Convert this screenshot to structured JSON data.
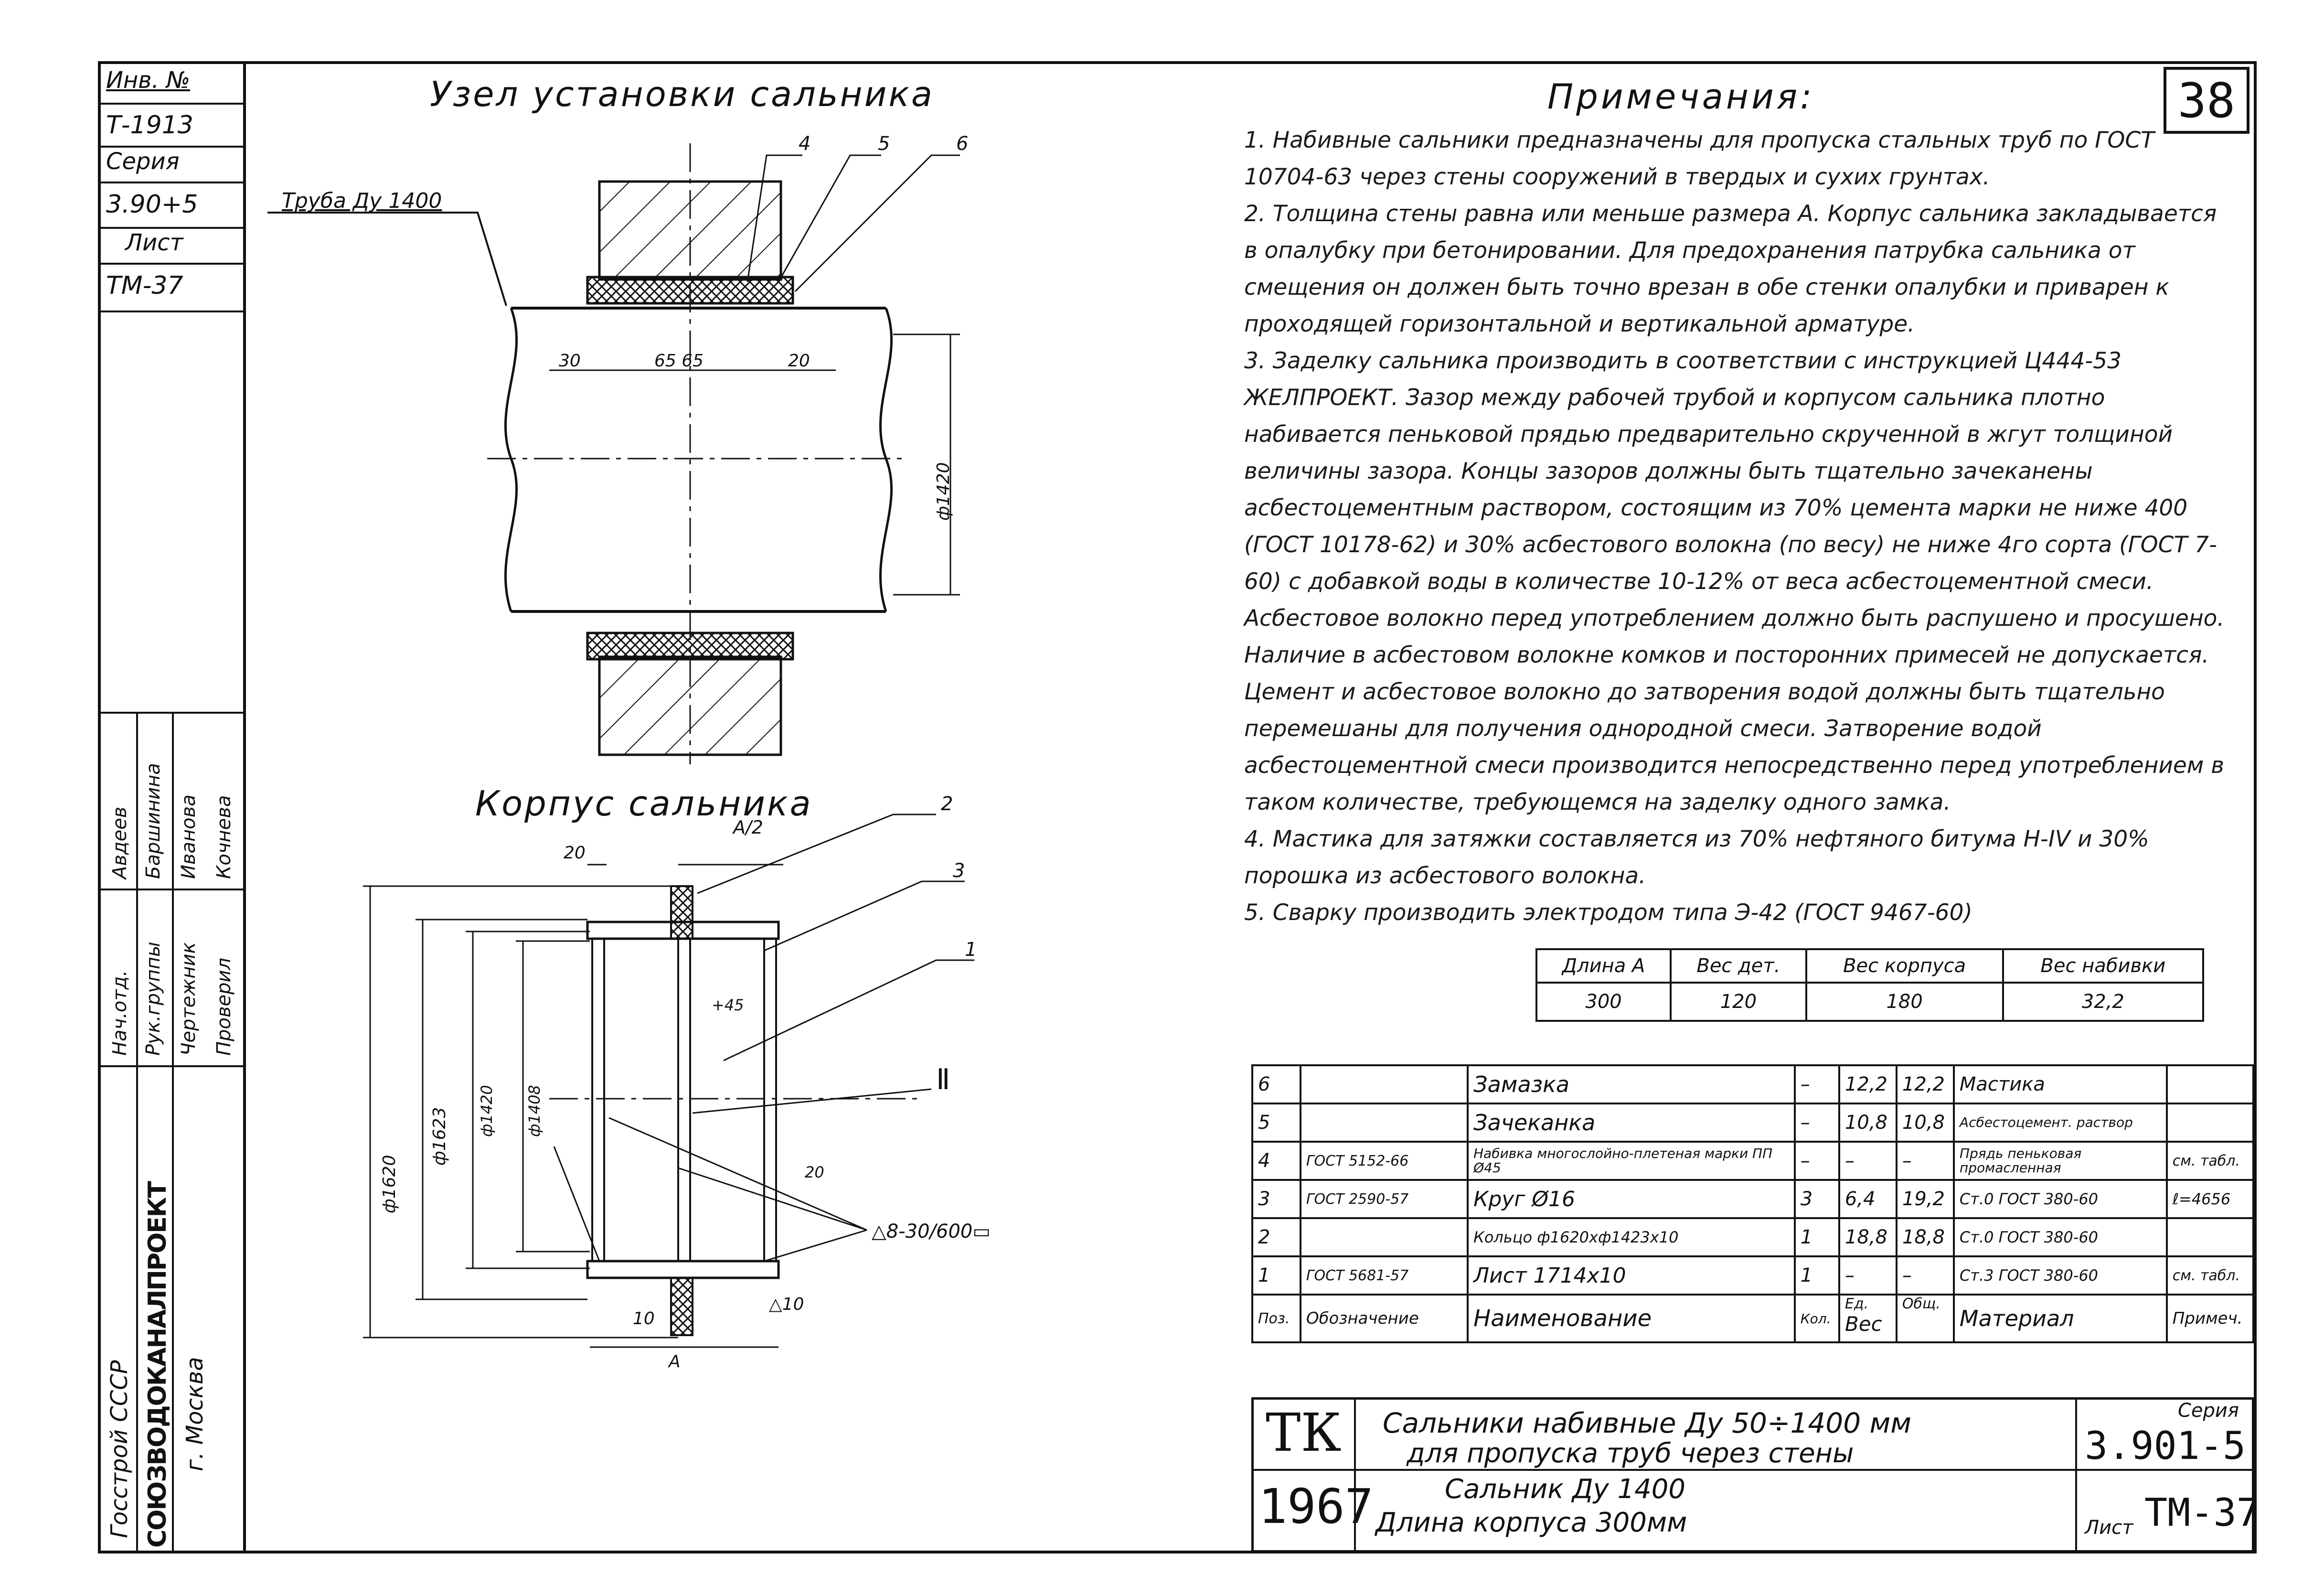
{
  "sheet_number_corner": "38",
  "side_stamp": {
    "inv_label": "Инв. №",
    "inv_value": "Т-1913",
    "series_label": "Серия",
    "series_value": "3.90+5",
    "sheet_label": "Лист",
    "sheet_value": "ТМ-37",
    "org_short": "Госстрой СССР",
    "org_name": "СОЮЗВОДОКАНАЛПРОЕКТ",
    "city": "г. Москва",
    "roles": [
      "Нач.отд.",
      "Рук.группы",
      "Чертежник",
      "Проверил"
    ],
    "names": [
      "Авдеев",
      "Баршинина",
      "Иванова",
      "Кочнева"
    ]
  },
  "drawing1": {
    "title": "Узел установки сальника",
    "pipe_label": "Труба Ду 1400",
    "callouts": [
      "4",
      "5",
      "6"
    ],
    "dims": [
      "30",
      "65 65",
      "20"
    ],
    "diameter": "ф1420"
  },
  "drawing2": {
    "title": "Корпус сальника",
    "callouts": [
      "2",
      "3",
      "1"
    ],
    "section_mark": "А/2",
    "dims_diam": [
      "ф1620",
      "ф1623",
      "ф1420",
      "ф1408"
    ],
    "dims_misc": [
      "20",
      "+45",
      "10",
      "А",
      "20"
    ],
    "weld_mark": "Ⅱ",
    "weld_note": "△8-30/600▭",
    "weld_bottom": "△10"
  },
  "notes": {
    "title": "Примечания:",
    "items": [
      "1. Набивные сальники предназначены для пропуска стальных труб по ГОСТ 10704-63 через стены сооружений в твердых и сухих грунтах.",
      "2. Толщина стены равна или меньше размера А. Корпус сальника закладывается в опалубку при бетонировании. Для предохранения патрубка сальника от смещения он должен быть точно врезан в обе стенки опалубки и приварен к проходящей горизонтальной и вертикальной арматуре.",
      "3. Заделку сальника производить в соответствии с инструкцией Ц444-53 ЖЕЛПРОЕКТ. Зазор между рабочей трубой и корпусом сальника плотно набивается пеньковой прядью предварительно скрученной в жгут толщиной величины зазора. Концы зазоров должны быть тщательно зачеканены асбестоцементным раствором, состоящим из 70% цемента марки не ниже 400 (ГОСТ 10178-62) и 30% асбестового волокна (по весу) не ниже 4го сорта (ГОСТ 7-60) с добавкой воды в количестве 10-12% от веса асбестоцементной смеси. Асбестовое волокно перед употреблением должно быть распушено и просушено. Наличие в асбестовом волокне комков и посторонних примесей не допускается. Цемент и асбестовое волокно до затворения водой должны быть тщательно перемешаны для получения однородной смеси. Затворение водой асбестоцементной смеси производится непосредственно перед употреблением в таком количестве, требующемся на заделку одного замка.",
      "4. Мастика для затяжки составляется из 70% нефтяного битума Н-IV и 30% порошка из асбестового волокна.",
      "5. Сварку производить электродом типа Э-42 (ГОСТ 9467-60)"
    ]
  },
  "mass_table": {
    "headers": [
      "Длина А",
      "Вес дет.",
      "Вес корпуса",
      "Вес набивки"
    ],
    "values": [
      "300",
      "120",
      "180",
      "32,2"
    ]
  },
  "spec_table": {
    "header": [
      "Поз.",
      "Обозначение",
      "Наименование",
      "Кол.",
      "Ед.",
      "Общ.",
      "Материал",
      "Примеч."
    ],
    "header_weight": "Вес",
    "rows": [
      [
        "6",
        "",
        "Замазка",
        "–",
        "12,2",
        "12,2",
        "Мастика",
        ""
      ],
      [
        "5",
        "",
        "Зачеканка",
        "–",
        "10,8",
        "10,8",
        "Асбестоцемент. раствор",
        ""
      ],
      [
        "4",
        "ГОСТ 5152-66",
        "Набивка многослойно-плетеная марки ПП Ø45",
        "–",
        "–",
        "–",
        "Прядь пеньковая промасленная",
        "см. табл."
      ],
      [
        "3",
        "ГОСТ 2590-57",
        "Круг Ø16",
        "3",
        "6,4",
        "19,2",
        "Ст.0 ГОСТ 380-60",
        "ℓ=4656"
      ],
      [
        "2",
        "",
        "Кольцо ф1620хф1423х10",
        "1",
        "18,8",
        "18,8",
        "Ст.0 ГОСТ 380-60",
        ""
      ],
      [
        "1",
        "ГОСТ 5681-57",
        "Лист 1714х10",
        "1",
        "–",
        "–",
        "Ст.3 ГОСТ 380-60",
        "см. табл."
      ]
    ]
  },
  "title_block": {
    "mark": "ТК",
    "year": "1967",
    "title_line1": "Сальники набивные Ду 50÷1400 мм",
    "title_line2": "для пропуска труб через стены",
    "sub_line1": "Сальник Ду 1400",
    "sub_line2": "Длина корпуса 300мм",
    "series_label": "Серия",
    "series_value": "3.901-5",
    "sheet_label": "Лист",
    "sheet_value": "ТМ-37"
  }
}
